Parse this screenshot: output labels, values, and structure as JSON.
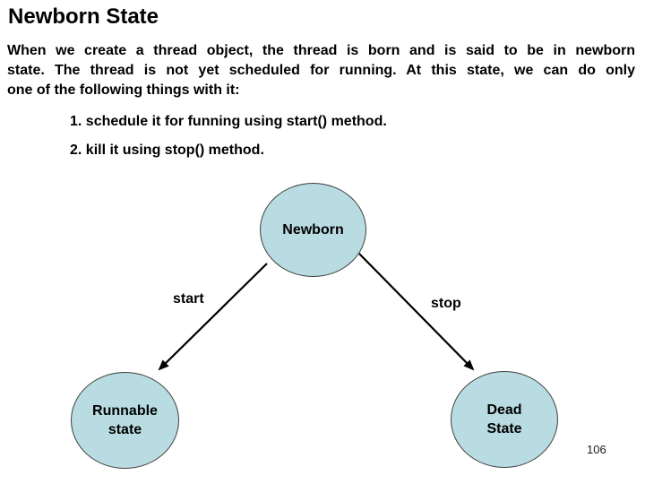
{
  "slide": {
    "title": "Newborn State",
    "paragraph_lines": [
      "When we create a thread object, the thread is born and is said to be in newborn",
      "state. The thread is not yet scheduled for running. At this state, we can do only",
      "one of the following things with it:"
    ],
    "list_items": [
      "1. schedule it for funning using start() method.",
      "2. kill it using stop() method."
    ],
    "page_number": "106"
  },
  "diagram": {
    "nodes": [
      {
        "id": "newborn",
        "label": "Newborn"
      },
      {
        "id": "runnable",
        "line1": "Runnable",
        "line2": "state"
      },
      {
        "id": "dead",
        "line1": "Dead",
        "line2": "State"
      }
    ],
    "edges": [
      {
        "label": "start",
        "from": "newborn",
        "to": "runnable"
      },
      {
        "label": "stop",
        "from": "newborn",
        "to": "dead"
      }
    ],
    "colors": {
      "node_fill": "#b8dce1",
      "node_border": "#3f3f3f",
      "arrow": "#000000",
      "text": "#000000"
    }
  }
}
